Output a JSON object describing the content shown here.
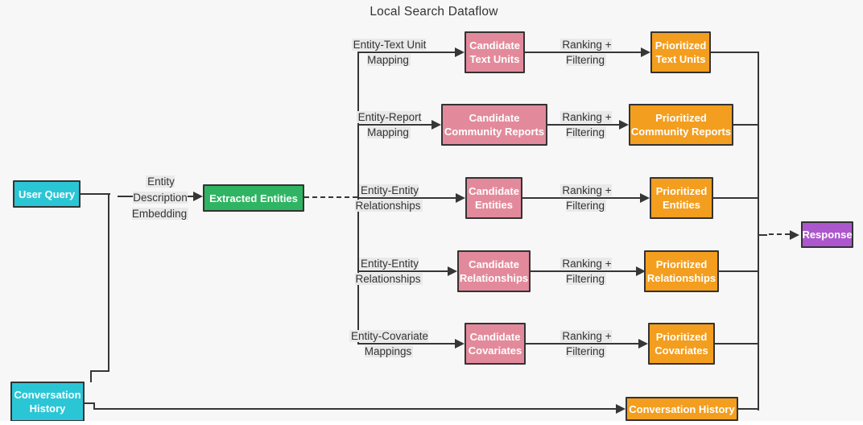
{
  "title": "Local Search Dataflow",
  "colors": {
    "background": "#f7f7f7",
    "line": "#363636",
    "label_background": "#e9e9e9",
    "cyan_node": "#2bc6d6",
    "green_node": "#2fb463",
    "pink_node": "#e28a9b",
    "orange_node": "#f39e1f",
    "purple_node": "#ac57cd",
    "node_text": "#ffffff"
  },
  "nodes": {
    "user_query": "User Query",
    "conversation_history_in": "Conversation History",
    "extracted_entities": "Extracted Entities",
    "conversation_history_out": "Conversation History",
    "response": "Response"
  },
  "embedding_edge_label": "Entity Description Embedding",
  "rows": [
    {
      "mapping": "Entity-Text Unit Mapping",
      "candidate": "Candidate Text Units",
      "ranking": "Ranking + Filtering",
      "prioritized": "Prioritized Text Units"
    },
    {
      "mapping": "Entity-Report Mapping",
      "candidate": "Candidate Community Reports",
      "ranking": "Ranking + Filtering",
      "prioritized": "Prioritized Community Reports"
    },
    {
      "mapping": "Entity-Entity Relationships",
      "candidate": "Candidate Entities",
      "ranking": "Ranking + Filtering",
      "prioritized": "Prioritized Entities"
    },
    {
      "mapping": "Entity-Entity Relationships",
      "candidate": "Candidate Relationships",
      "ranking": "Ranking + Filtering",
      "prioritized": "Prioritized Relationships"
    },
    {
      "mapping": "Entity-Covariate Mappings",
      "candidate": "Candidate Covariates",
      "ranking": "Ranking + Filtering",
      "prioritized": "Prioritized Covariates"
    }
  ]
}
